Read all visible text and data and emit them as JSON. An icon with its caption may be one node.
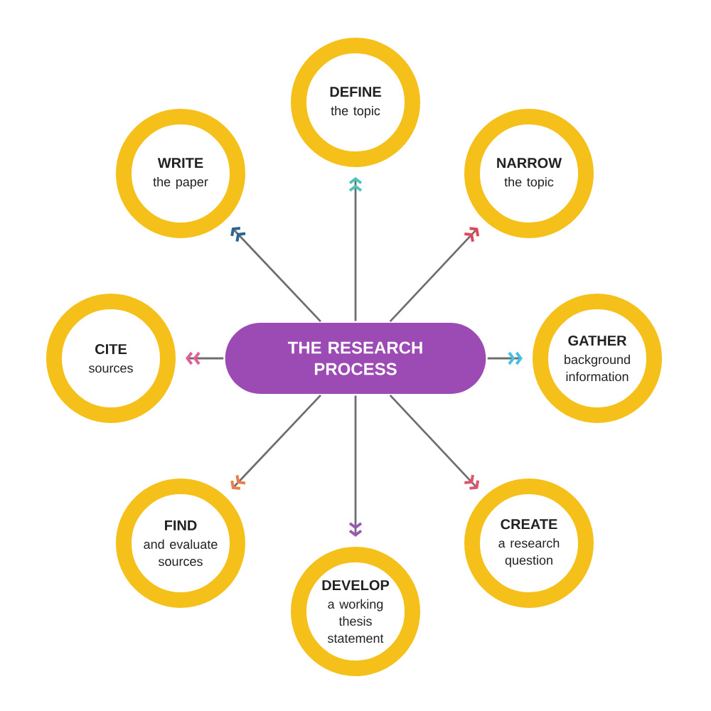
{
  "diagram": {
    "nodes": [
      {
        "text": [
          "THE RESEARCH PROCESS"
        ]
      },
      {
        "text": [
          "DEFINE",
          "the topic"
        ]
      },
      {
        "text": [
          "NARROW",
          "the topic"
        ]
      },
      {
        "text": [
          "GATHER",
          "background information"
        ]
      },
      {
        "text": [
          "CREATE",
          "a research question"
        ]
      },
      {
        "text": [
          "DEVELOP",
          "a working thesis statement"
        ]
      },
      {
        "text": [
          "FIND",
          "and evaluate sources"
        ]
      },
      {
        "text": [
          "CITE",
          "sources"
        ]
      },
      {
        "text": [
          "WRITE",
          "the paper"
        ]
      }
    ],
    "edges": [
      {
        "from": 0,
        "to": 1,
        "arrow": "to"
      },
      {
        "from": 0,
        "to": 2,
        "arrow": "to"
      },
      {
        "from": 0,
        "to": 3,
        "arrow": "to"
      },
      {
        "from": 0,
        "to": 4,
        "arrow": "to"
      },
      {
        "from": 0,
        "to": 5,
        "arrow": "to"
      },
      {
        "from": 0,
        "to": 6,
        "arrow": "to"
      },
      {
        "from": 0,
        "to": 7,
        "arrow": "to"
      },
      {
        "from": 0,
        "to": 8,
        "arrow": "to"
      }
    ]
  }
}
